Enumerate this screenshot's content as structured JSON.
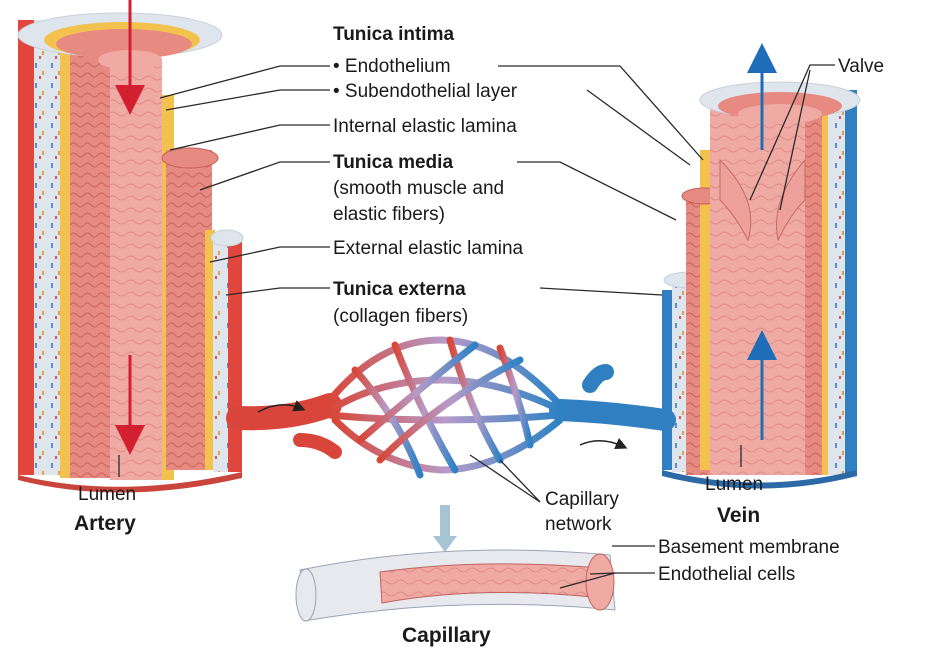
{
  "figure": {
    "labels": {
      "tunica_intima": "Tunica intima",
      "endothelium": "• Endothelium",
      "subendothelial": "• Subendothelial layer",
      "internal_elastic": "Internal elastic lamina",
      "tunica_media": "Tunica media",
      "tunica_media_desc_1": "(smooth muscle and",
      "tunica_media_desc_2": "elastic fibers)",
      "external_elastic": "External elastic lamina",
      "tunica_externa": "Tunica externa",
      "tunica_externa_desc": "(collagen fibers)",
      "valve": "Valve",
      "lumen_left": "Lumen",
      "artery": "Artery",
      "lumen_right": "Lumen",
      "vein": "Vein",
      "capillary_network_1": "Capillary",
      "capillary_network_2": "network",
      "basement_membrane": "Basement membrane",
      "endothelial_cells": "Endothelial cells",
      "capillary": "Capillary"
    },
    "colors": {
      "artery_red": "#d9453a",
      "vein_blue": "#2f7fc1",
      "muscle_pink": "#e8908a",
      "lumen_pink": "#efa9a5",
      "elastic_yellow": "#f2c14e",
      "externa_cream": "#dde3ea",
      "arrow_red": "#d22030",
      "arrow_blue": "#1f6db8",
      "flow_arrow_gray": "#a7c4d4"
    }
  }
}
